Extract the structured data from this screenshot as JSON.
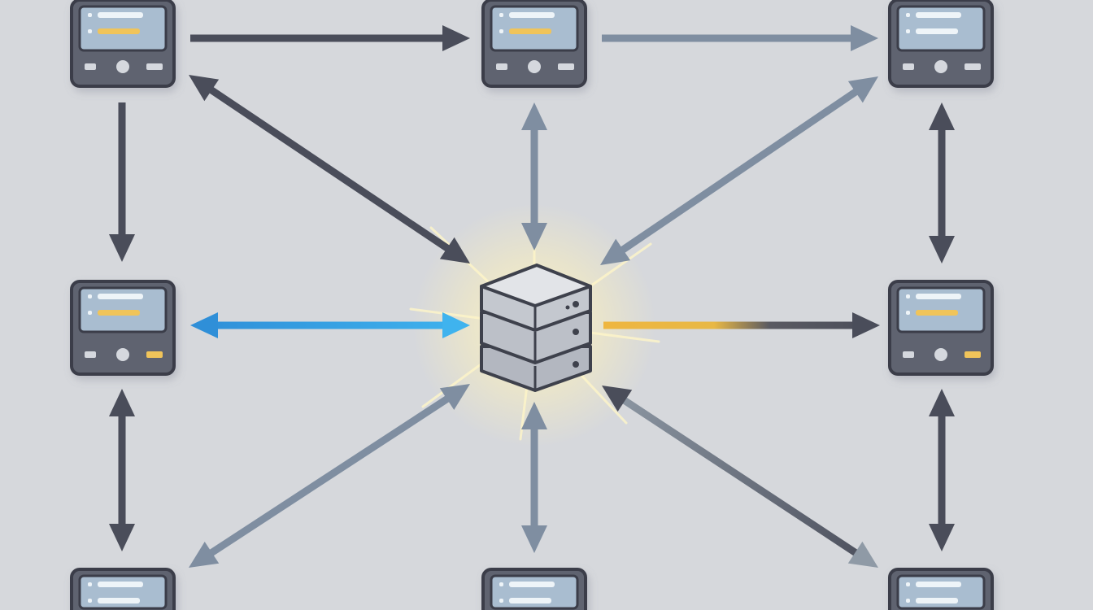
{
  "diagram": {
    "colors": {
      "background": "#d6d8dc",
      "arrow_dark": "#4a4d5a",
      "arrow_slate": "#7f8ea1",
      "arrow_blue": "#2f8fd8",
      "arrow_blue_light": "#3fb3ee",
      "arrow_yellow": "#eeb640",
      "device_body": "#5f6470",
      "device_screen": "#a9bdd0",
      "device_line_light": "#eef4f8",
      "device_line_yellow": "#f0c45a",
      "server_body": "#c9ccd3",
      "glow": "#fff5c2"
    },
    "hub": {
      "icon": "server-stack-icon"
    },
    "nodes": [
      {
        "id": "top-left",
        "icon": "computer-terminal-icon",
        "accent": "yellow-bar"
      },
      {
        "id": "top-center",
        "icon": "computer-terminal-icon",
        "accent": "yellow-bar"
      },
      {
        "id": "top-right",
        "icon": "computer-terminal-icon",
        "accent": "none"
      },
      {
        "id": "mid-left",
        "icon": "computer-terminal-icon",
        "accent": "yellow-bars"
      },
      {
        "id": "mid-right",
        "icon": "computer-terminal-icon",
        "accent": "yellow-bars"
      },
      {
        "id": "bottom-left",
        "icon": "computer-terminal-icon",
        "accent": "none"
      },
      {
        "id": "bottom-center",
        "icon": "computer-terminal-icon",
        "accent": "none"
      },
      {
        "id": "bottom-right",
        "icon": "computer-terminal-icon",
        "accent": "none"
      }
    ],
    "connections": [
      {
        "from": "top-left",
        "to": "top-center",
        "direction": "forward",
        "style": "dark"
      },
      {
        "from": "top-center",
        "to": "top-right",
        "direction": "forward",
        "style": "slate"
      },
      {
        "from": "top-left",
        "to": "mid-left",
        "direction": "forward",
        "style": "dark"
      },
      {
        "from": "top-right",
        "to": "mid-right",
        "direction": "both",
        "style": "dark"
      },
      {
        "from": "mid-left",
        "to": "bottom-left",
        "direction": "both",
        "style": "dark"
      },
      {
        "from": "mid-right",
        "to": "bottom-right",
        "direction": "both",
        "style": "dark"
      },
      {
        "from": "top-left",
        "to": "hub",
        "direction": "both",
        "style": "dark"
      },
      {
        "from": "top-center",
        "to": "hub",
        "direction": "both",
        "style": "slate"
      },
      {
        "from": "top-right",
        "to": "hub",
        "direction": "both",
        "style": "slate"
      },
      {
        "from": "mid-left",
        "to": "hub",
        "direction": "both",
        "style": "blue"
      },
      {
        "from": "hub",
        "to": "mid-right",
        "direction": "forward",
        "style": "yellow-to-dark"
      },
      {
        "from": "bottom-left",
        "to": "hub",
        "direction": "both",
        "style": "slate"
      },
      {
        "from": "bottom-center",
        "to": "hub",
        "direction": "both",
        "style": "slate"
      },
      {
        "from": "bottom-right",
        "to": "hub",
        "direction": "both",
        "style": "slate-dark"
      }
    ]
  }
}
